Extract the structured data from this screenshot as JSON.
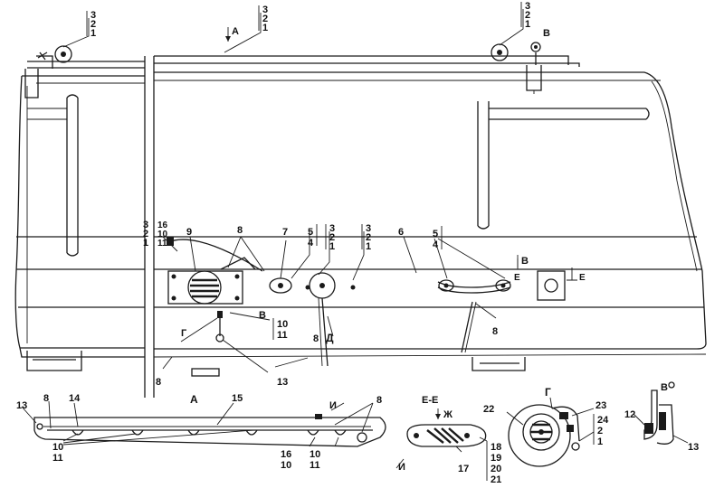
{
  "labels": {
    "stack_top_left": [
      "3",
      "2",
      "1"
    ],
    "stack_top_mid": [
      "3",
      "2",
      "1"
    ],
    "stack_top_right": [
      "3",
      "2",
      "1"
    ],
    "view_a_top": "А",
    "b_top": "В",
    "stack_left_upper": [
      "3",
      "2",
      "1"
    ],
    "stack_left_upper_b": [
      "16",
      "10",
      "11"
    ],
    "n9": "9",
    "n8_top": "8",
    "n7": "7",
    "stack_54_left": [
      "5",
      "4"
    ],
    "stack_mid1": [
      "3",
      "2",
      "1"
    ],
    "stack_mid2": [
      "3",
      "2",
      "1"
    ],
    "n6": "6",
    "stack_54_right": [
      "5",
      "4"
    ],
    "b_right": "В",
    "e_small": "Е",
    "e_right": "Е",
    "g_lower": "Г",
    "b_lower": "В",
    "stack_10_11": [
      "10",
      "11"
    ],
    "n8_mid": "8",
    "d_label": "Д",
    "n8_right": "8",
    "n8_bottom": "8",
    "n13_bottom": "13",
    "detail_a": {
      "n13": "13",
      "n8": "8",
      "n14": "14",
      "title": "А",
      "n15": "15",
      "view_i": "И",
      "n8_r": "8",
      "stack_10_11_l": [
        "10",
        "11"
      ],
      "stack_16_10": [
        "16",
        "10"
      ],
      "stack_10_11_r": [
        "10",
        "11"
      ]
    },
    "detail_ee": {
      "title": "Е-Е",
      "arrow_zh": "Ж",
      "n17": "17",
      "stack": [
        "18",
        "19",
        "20",
        "21"
      ],
      "view_i": "И"
    },
    "detail_g": {
      "title": "Г",
      "n22": "22",
      "n23": "23",
      "stack": [
        "24",
        "2",
        "1"
      ]
    },
    "detail_b": {
      "title": "В",
      "n12": "12",
      "n13": "13"
    }
  }
}
